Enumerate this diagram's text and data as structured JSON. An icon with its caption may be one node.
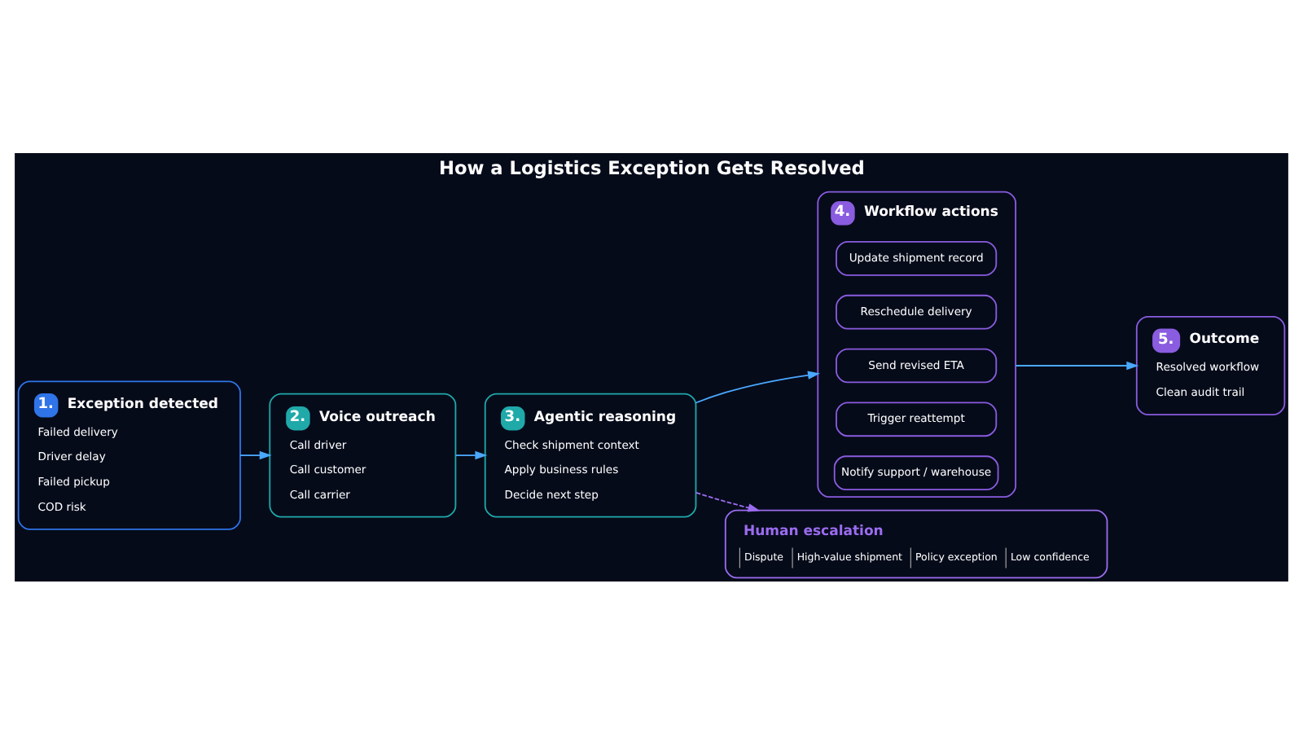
{
  "diagram": {
    "title": "How a Logistics Exception Gets Resolved",
    "nodes": [
      {
        "text": [
          "1.",
          "Exception detected",
          "Failed delivery",
          "Driver delay",
          "Failed pickup",
          "COD risk"
        ]
      },
      {
        "text": [
          "2.",
          "Voice outreach",
          "Call driver",
          "Call customer",
          "Call carrier"
        ]
      },
      {
        "text": [
          "3.",
          "Agentic reasoning",
          "Check shipment context",
          "Apply business rules",
          "Decide next step"
        ]
      },
      {
        "text": [
          "4.",
          "Workflow actions"
        ]
      },
      {
        "text": [
          "Update shipment record"
        ],
        "in": 3
      },
      {
        "text": [
          "Reschedule delivery"
        ],
        "in": 3
      },
      {
        "text": [
          "Send revised ETA"
        ],
        "in": 3
      },
      {
        "text": [
          "Trigger reattempt"
        ],
        "in": 3
      },
      {
        "text": [
          "Notify support / warehouse"
        ],
        "in": 3
      },
      {
        "text": [
          "5.",
          "Outcome",
          "Resolved workflow",
          "Clean audit trail"
        ]
      },
      {
        "text": [
          "Human escalation",
          "Dispute",
          "High-value shipment",
          "Policy exception",
          "Low confidence"
        ]
      }
    ],
    "edges": [
      {
        "from": 0,
        "to": 1,
        "arrow": "to"
      },
      {
        "from": 1,
        "to": 2,
        "arrow": "to"
      },
      {
        "from": 2,
        "to": 3,
        "arrow": "to"
      },
      {
        "from": 3,
        "to": 9,
        "arrow": "to"
      },
      {
        "from": 2,
        "to": 10,
        "arrow": "to",
        "style": "dashed",
        "color": "#9b6cf0"
      }
    ]
  }
}
